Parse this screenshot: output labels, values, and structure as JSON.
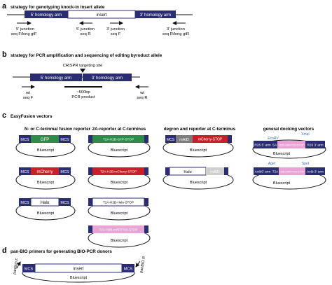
{
  "colors": {
    "navy": "#2b2d73",
    "green": "#2e8b4a",
    "red": "#c8202a",
    "pink": "#e9a3d4",
    "gray": "#7d7d7d",
    "lightgray": "#cfcfcf",
    "blue": "#3a67b5",
    "ink": "#111111"
  },
  "panel_a": {
    "letter": "a",
    "title": "strategy for genotyping knock-in insert allele",
    "arm5": "5' homology arm",
    "insert": "insert",
    "arm3": "3' homology arm",
    "p1": "5' junction",
    "p1b": "seq F/long  gtF",
    "p2": "5' junction",
    "p2b": "seq R",
    "p3": "3' junction",
    "p3b": "seq F",
    "p4": "3' junction",
    "p4b": "seq R/long gtR"
  },
  "panel_b": {
    "letter": "b",
    "title": "strategy for PCR amplification and sequencing of editing byroduct allele",
    "crispr": "CRISPR targeting site",
    "arm5": "5' homology arm",
    "arm3": "3' homology arm",
    "wt_f1": "wt",
    "wt_f2": "seq F",
    "pcr1": "~500bp",
    "pcr2": "PCR product",
    "wt_r1": "wt",
    "wt_r2": "seq R"
  },
  "panel_c": {
    "letter": "c",
    "title": "EasyFusion vectors",
    "col1": "N- or C-terinmal fusion reporter",
    "col2": "2A-reporter at C-terminus",
    "col3": "degron and reporter at C-terminus",
    "col4": "general docking vectors",
    "mcs": "MCS",
    "bluescript": "Bluescript",
    "gfp": "GFP",
    "mcherry": "mCherry",
    "halo": "Halo",
    "t2a_gfp": "T2A-H2B-GFP-STOP",
    "t2a_mcherry": "T2A-H2B-mCherry-STOP",
    "t2a_halo": "T2A-H2B-Halo-STOP",
    "t2a_mrfp": "T2A-H2B-mRFP703-STOP",
    "maid": "mAID",
    "mcherry_stop": "mCherry-STOP",
    "halo2": "Halo",
    "maid2": "mAID",
    "r26_5": "R26 5' arm",
    "sa": "SA",
    "h2b_mrfp": "H2B-mRFP703-STOP",
    "r26_3": "R26 3' arm",
    "ecorv": "EcoRV",
    "xmal": "XmaI",
    "actb5": "Actb5' arm",
    "t2a": "T2A",
    "actb3": "Actb 3' arm",
    "agel": "AgeI",
    "spel": "SpeI"
  },
  "panel_d": {
    "letter": "d",
    "title": "pan-BIO primers for generating BIO-PCR donors",
    "primer_f": "panBIO F",
    "primer_r": "panBIO R",
    "mcs": "MCS",
    "insert": "insert",
    "bluescript": "Bluescript"
  }
}
